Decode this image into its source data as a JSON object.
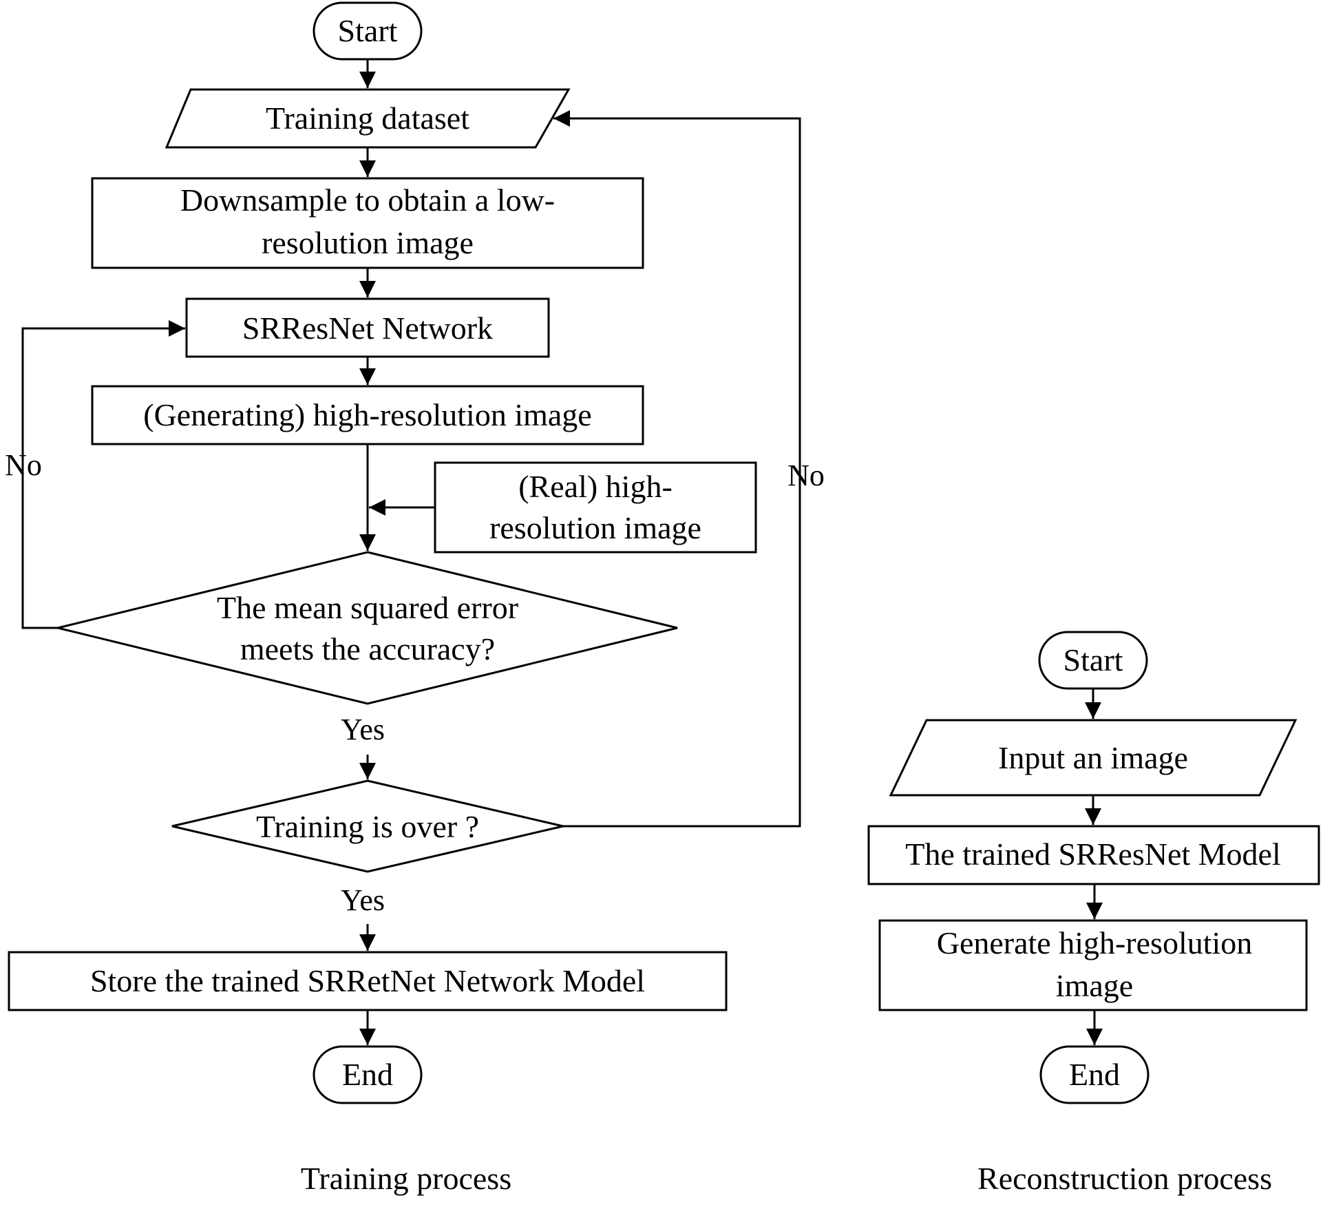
{
  "training": {
    "start": "Start",
    "dataset": "Training dataset",
    "downsample_line1": "Downsample to obtain a low-",
    "downsample_line2": "resolution image",
    "network": "SRResNet Network",
    "generated": "(Generating) high-resolution image",
    "real_line1": "(Real) high-",
    "real_line2": "resolution image",
    "mse_line1": "The mean squared error",
    "mse_line2": "meets the accuracy?",
    "over": "Training is over ?",
    "store": "Store the trained SRRetNet Network Model",
    "end": "End",
    "no_inner": "No",
    "no_outer": "No",
    "yes_mse": "Yes",
    "yes_over": "Yes",
    "caption": "Training process"
  },
  "reconstruction": {
    "start": "Start",
    "input": "Input an image",
    "model": "The trained SRResNet Model",
    "generate_line1": "Generate high-resolution",
    "generate_line2": "image",
    "end": "End",
    "caption": "Reconstruction process"
  }
}
